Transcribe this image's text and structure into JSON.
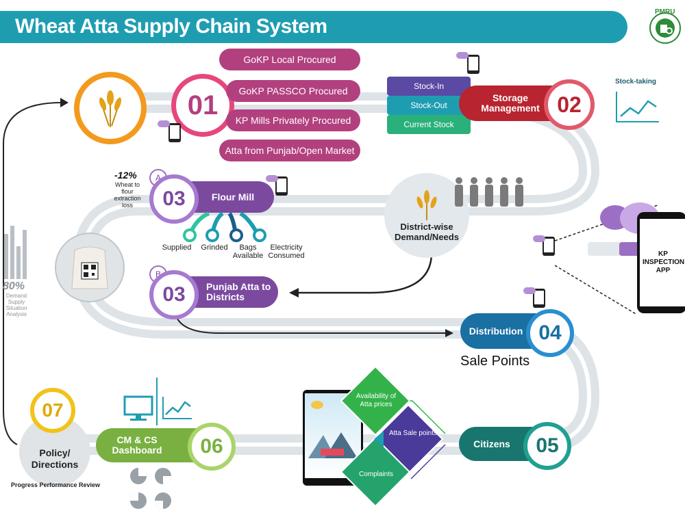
{
  "title": "Wheat Atta Supply Chain System",
  "logo_text": "PMRU",
  "step01": {
    "number": "01",
    "sources": [
      "GoKP Local Procured",
      "GoKP PASSCO Procured",
      "KP Mills Privately Procured",
      "Atta from Punjab/Open Market"
    ]
  },
  "step02": {
    "number": "02",
    "label": "Storage Management",
    "tabs": [
      "Stock-In",
      "Stock-Out",
      "Current Stock"
    ],
    "stock_taking": "Stock-taking"
  },
  "step03a": {
    "letter": "A",
    "number": "03",
    "label": "Flour Mill",
    "loss_value": "-12%",
    "loss_text": "Wheat to flour extraction loss",
    "outputs": [
      "Supplied",
      "Grinded",
      "Bags Available",
      "Electricity Consumed"
    ]
  },
  "demand": {
    "label": "District-wise Demand/Needs"
  },
  "step03b": {
    "letter": "B",
    "number": "03",
    "label": "Punjab Atta to Districts"
  },
  "analysis": {
    "value": "80%",
    "text": "Demand Supply Situation Analysis"
  },
  "step04": {
    "number": "04",
    "label": "Distribution",
    "sub": "Sale Points"
  },
  "step05": {
    "number": "05",
    "label": "Citizens",
    "diamonds": [
      "Availability of Atta prices",
      "Atta Sale points",
      "Complaints"
    ]
  },
  "step06": {
    "number": "06",
    "label": "CM & CS Dashboard"
  },
  "step07": {
    "number": "07",
    "label": "Policy/ Directions",
    "caption": "Progress Performance Review"
  },
  "kp_app": {
    "label": "KP INSPECTION APP"
  },
  "colors": {
    "teal": "#1e9db1",
    "magenta": "#b2407f",
    "pink": "#e6477d",
    "red": "#b8242f",
    "purple": "#7b4a9f",
    "blue": "#1a6fa3",
    "darkteal": "#18766e",
    "green": "#7ab041",
    "yellow": "#f2c21a",
    "orange": "#f39a1e"
  }
}
